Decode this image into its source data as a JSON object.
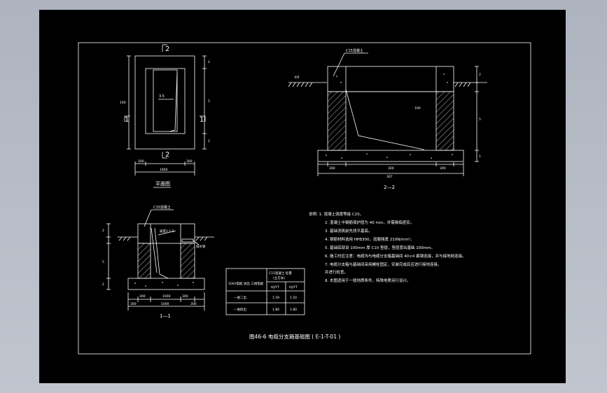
{
  "plan": {
    "label_top": "2",
    "label_bottom": "2",
    "label_left": "1",
    "label_right": "1",
    "dim_total": "1660",
    "dim_left": "300",
    "dim_right": "300",
    "dim_height": "100",
    "dim_r1": "2",
    "dim_r2": "5",
    "dim_r3": "2",
    "inner_note": "3.5",
    "caption": "平面图"
  },
  "section2": {
    "callout": "C15混凝土",
    "ground_label": "±0",
    "dim_span": "100",
    "dim_a": "300",
    "dim_b": "300",
    "dim_c": "300",
    "dim_total": "367",
    "dim_r1": "2",
    "dim_r2": "5",
    "dim_r3": "1",
    "dim_v": "100",
    "caption": "2—2"
  },
  "section1": {
    "callout": "C15混凝土",
    "slope_note": "坡度1:1.5",
    "drain_note": "排水管",
    "dim_a": "300",
    "dim_b": "1000",
    "dim_c": "300",
    "dim_d": "300",
    "dim_e": "1000",
    "dim_f": "300",
    "dim_l1": "2",
    "dim_l2": "5",
    "dim_l3": "2",
    "caption": "1—1"
  },
  "table": {
    "header_col1": "10kV电缆 进出 三相电缆",
    "header_col2_top": "C15混凝土 砼量",
    "header_col2_sub": "(立方米)",
    "sub_a": "HJ/YT",
    "sub_b": "HJ/YT",
    "rows": [
      {
        "name": "一进二出",
        "a": "1.59",
        "b": "1.50"
      },
      {
        "name": "一进四出",
        "a": "1.86",
        "b": "1.80"
      }
    ]
  },
  "notes": [
    "说明: 1. 混凝土强度等级 C20。",
    "2. 混凝土中钢筋保护层为 40 mm，并需振捣密实。",
    "3. 基础浇筑前先找平基底。",
    "4. 钢筋材料选用 HPB300，屈服强度 210N/mm²。",
    "5. 基础底部设 100mm 厚 C10 垫层，垫层宽出基础 100mm。",
    "6. 施工时应注意：电缆沟与电缆分支箱基础间 40×4 扁钢连接，并与接地网连接。",
    "7. 电缆分支箱与基础间采用螺栓固定，安装完成后应进行接地连接，",
    "   并进行检查。",
    "8. 本图适用于一般地质条件，特殊地质另行设计。"
  ],
  "title": "图46-6  电缆分支箱基础图 ( E-1-T-01 )"
}
